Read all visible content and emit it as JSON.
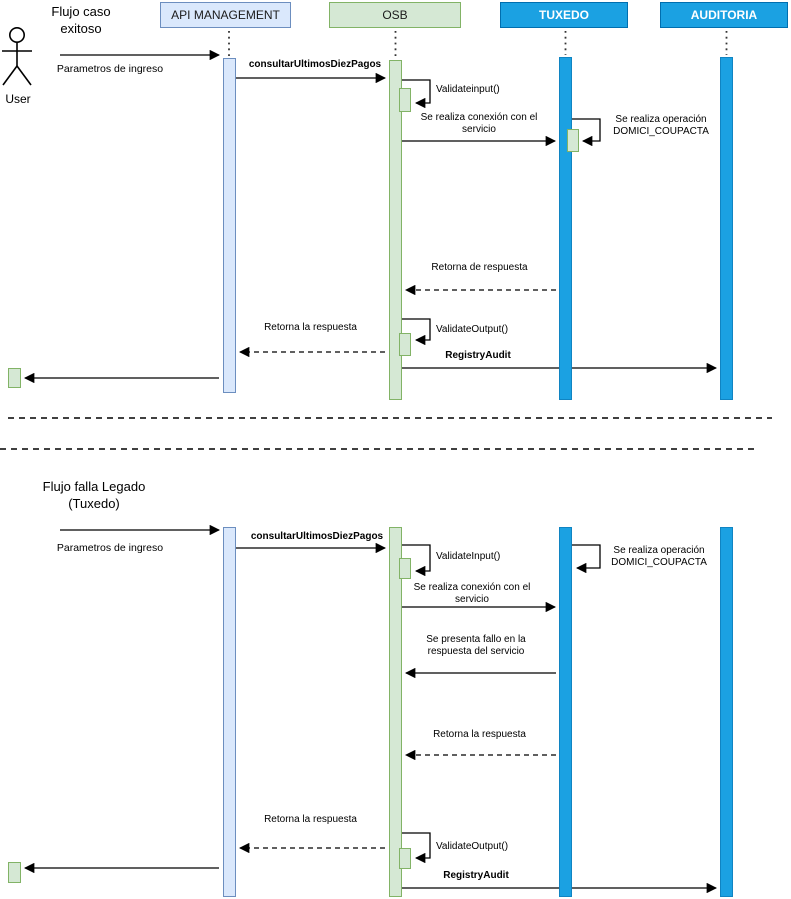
{
  "colors": {
    "light_blue_fill": "#dae8fc",
    "light_blue_stroke": "#6c8ebf",
    "green_fill": "#d5e8d4",
    "green_stroke": "#82b366",
    "accent_blue_fill": "#1ba1e2",
    "accent_blue_stroke": "#006eaf",
    "line_color": "#000000"
  },
  "actor": {
    "label": "User"
  },
  "participants": [
    {
      "label": "API MANAGEMENT"
    },
    {
      "label": "OSB"
    },
    {
      "label": "TUXEDO"
    },
    {
      "label": "AUDITORIA"
    }
  ],
  "flow1": {
    "title": "Flujo caso exitoso",
    "params": "Parametros de ingreso",
    "consultar": "consultarUltimosDiezPagos",
    "validate_input": "Validateinput()",
    "conexion": "Se realiza conexión con el servicio",
    "operacion": "Se realiza operación DOMICI_COUPACTA",
    "retorna_de": "Retorna de respuesta",
    "retorna_la": "Retorna la respuesta",
    "validate_output": "ValidateOutput()",
    "registry": "RegistryAudit"
  },
  "flow2": {
    "title": "Flujo falla Legado (Tuxedo)",
    "params": "Parametros de ingreso",
    "consultar": "consultarUltimosDiezPagos",
    "validate_input": "ValidateInput()",
    "operacion": "Se realiza operación DOMICI_COUPACTA",
    "conexion": "Se realiza conexión con el servicio",
    "fallo": "Se presenta fallo en la respuesta del servicio",
    "retorna_tuxedo": "Retorna la respuesta",
    "retorna_api": "Retorna la respuesta",
    "validate_output": "ValidateOutput()",
    "registry": "RegistryAudit"
  }
}
